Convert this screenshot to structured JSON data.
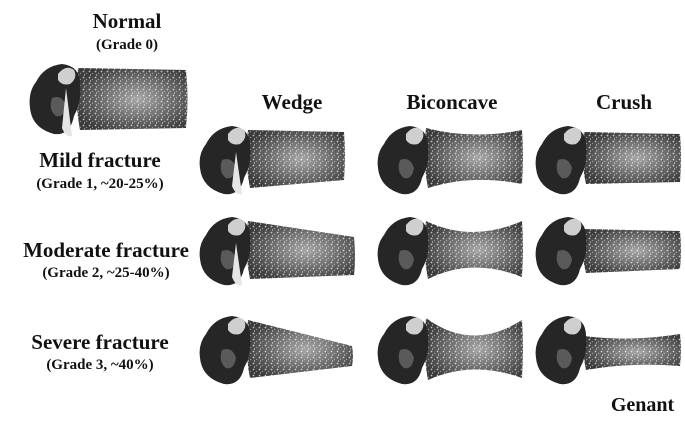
{
  "normal": {
    "title": "Normal",
    "grade": "(Grade 0)"
  },
  "columns": [
    "Wedge",
    "Biconcave",
    "Crush"
  ],
  "rows": [
    {
      "title": "Mild fracture",
      "detail": "(Grade 1, ~20-25%)"
    },
    {
      "title": "Moderate fracture",
      "detail": "(Grade 2, ~25-40%)"
    },
    {
      "title": "Severe fracture",
      "detail": "(Grade 3, ~40%)"
    }
  ],
  "credit": "Genant"
}
